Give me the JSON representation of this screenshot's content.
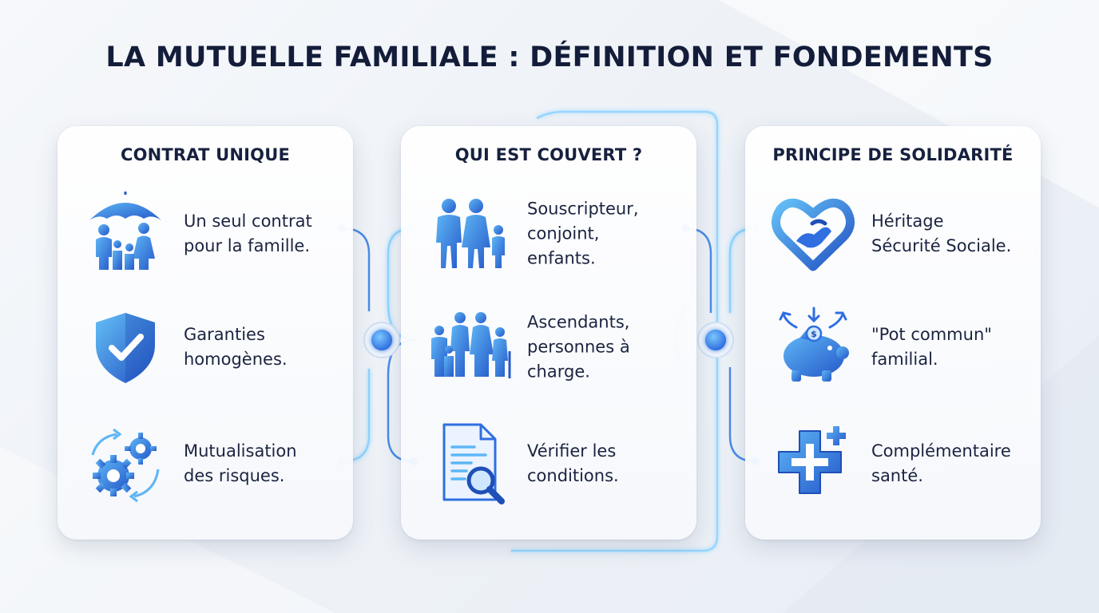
{
  "title": "LA MUTUELLE FAMILIALE : DÉFINITION ET FONDEMENTS",
  "colors": {
    "primary": "#2f6fe0",
    "light": "#5eb6f5",
    "dark": "#1f4fb8",
    "glow": "#8fd4ff"
  },
  "columns": [
    {
      "heading": "CONTRAT UNIQUE",
      "items": [
        {
          "icon": "family-umbrella-icon",
          "lines": [
            "Un seul contrat",
            "pour la famille."
          ]
        },
        {
          "icon": "shield-check-icon",
          "lines": [
            "Garanties",
            "homogènes."
          ]
        },
        {
          "icon": "gears-cycle-icon",
          "lines": [
            "Mutualisation",
            "des risques."
          ]
        }
      ]
    },
    {
      "heading": "QUI EST COUVERT ?",
      "items": [
        {
          "icon": "family-icon",
          "lines": [
            "Souscripteur,",
            "conjoint,",
            "enfants."
          ]
        },
        {
          "icon": "extended-family-icon",
          "lines": [
            "Ascendants,",
            "personnes à",
            "charge."
          ]
        },
        {
          "icon": "document-search-icon",
          "lines": [
            "Vérifier les",
            "conditions."
          ]
        }
      ]
    },
    {
      "heading": "PRINCIPE DE SOLIDARITÉ",
      "items": [
        {
          "icon": "heart-hands-icon",
          "lines": [
            "Héritage",
            "Sécurité Sociale."
          ]
        },
        {
          "icon": "piggy-bank-icon",
          "lines": [
            "\"Pot commun\"",
            "familial."
          ]
        },
        {
          "icon": "health-cross-icon",
          "lines": [
            "Complémentaire",
            "santé."
          ]
        }
      ]
    }
  ]
}
